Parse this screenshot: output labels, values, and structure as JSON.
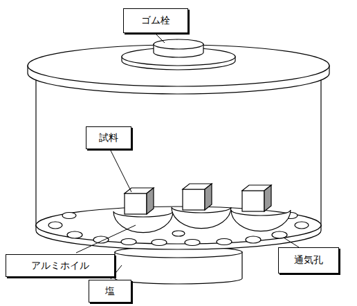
{
  "diagram": {
    "nodes": [
      {
        "text": [
          "ゴム栓"
        ]
      },
      {
        "text": [
          "試料"
        ]
      },
      {
        "text": [
          "アルミホイル"
        ]
      },
      {
        "text": [
          "通気孔"
        ]
      },
      {
        "text": [
          "塩"
        ]
      }
    ]
  }
}
